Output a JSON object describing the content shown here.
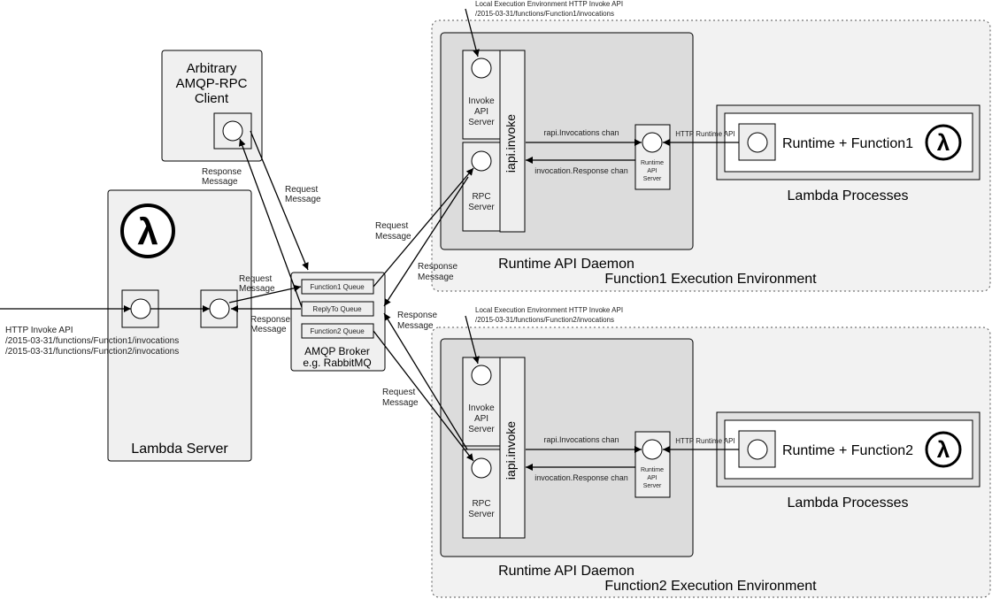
{
  "lambda_server": {
    "title": "Lambda Server",
    "lambda_symbol": "λ"
  },
  "external_api": {
    "line1": "HTTP Invoke API",
    "line2": "/2015-03-31/functions/Function1/invocations",
    "line3": "/2015-03-31/functions/Function2/invocations"
  },
  "rpc_client": {
    "line1": "Arbitrary",
    "line2": "AMQP-RPC",
    "line3": "Client"
  },
  "broker": {
    "queue1": "Function1 Queue",
    "queue2": "ReplyTo Queue",
    "queue3": "Function2 Queue",
    "line1": "AMQP Broker",
    "line2": "e.g. RabbitMQ"
  },
  "labels": {
    "request": "Request",
    "response": "Response",
    "message": "Message"
  },
  "env1": {
    "title": "Function1 Execution Environment",
    "local_api_line1": "Local Execution Environment HTTP Invoke API",
    "local_api_line2": "/2015-03-31/functions/Function1/invocations",
    "daemon_title": "Runtime API Daemon",
    "invoke_line1": "Invoke",
    "invoke_line2": "API",
    "invoke_line3": "Server",
    "rpc_line1": "RPC",
    "rpc_line2": "Server",
    "iapi": "iapi.invoke",
    "rapi_chan": "rapi.Invocations chan",
    "resp_chan": "invocation.Response chan",
    "runtime_api_line1": "Runtime",
    "runtime_api_line2": "API",
    "runtime_api_line3": "Server",
    "http_runtime_api": "HTTP Runtime API",
    "runtime_function": "Runtime + Function1",
    "lambda_processes": "Lambda Processes",
    "lambda_symbol": "λ"
  },
  "env2": {
    "title": "Function2 Execution Environment",
    "local_api_line1": "Local Execution Environment HTTP Invoke API",
    "local_api_line2": "/2015-03-31/functions/Function2/invocations",
    "daemon_title": "Runtime API Daemon",
    "invoke_line1": "Invoke",
    "invoke_line2": "API",
    "invoke_line3": "Server",
    "rpc_line1": "RPC",
    "rpc_line2": "Server",
    "iapi": "iapi.invoke",
    "rapi_chan": "rapi.Invocations chan",
    "resp_chan": "invocation.Response chan",
    "runtime_api_line1": "Runtime",
    "runtime_api_line2": "API",
    "runtime_api_line3": "Server",
    "http_runtime_api": "HTTP Runtime API",
    "runtime_function": "Runtime + Function2",
    "lambda_processes": "Lambda Processes",
    "lambda_symbol": "λ"
  },
  "colors": {
    "env_fill": "#f2f2f2",
    "box_fill": "#dddddd",
    "port_fill": "#eeeeee",
    "stroke": "#000000"
  }
}
